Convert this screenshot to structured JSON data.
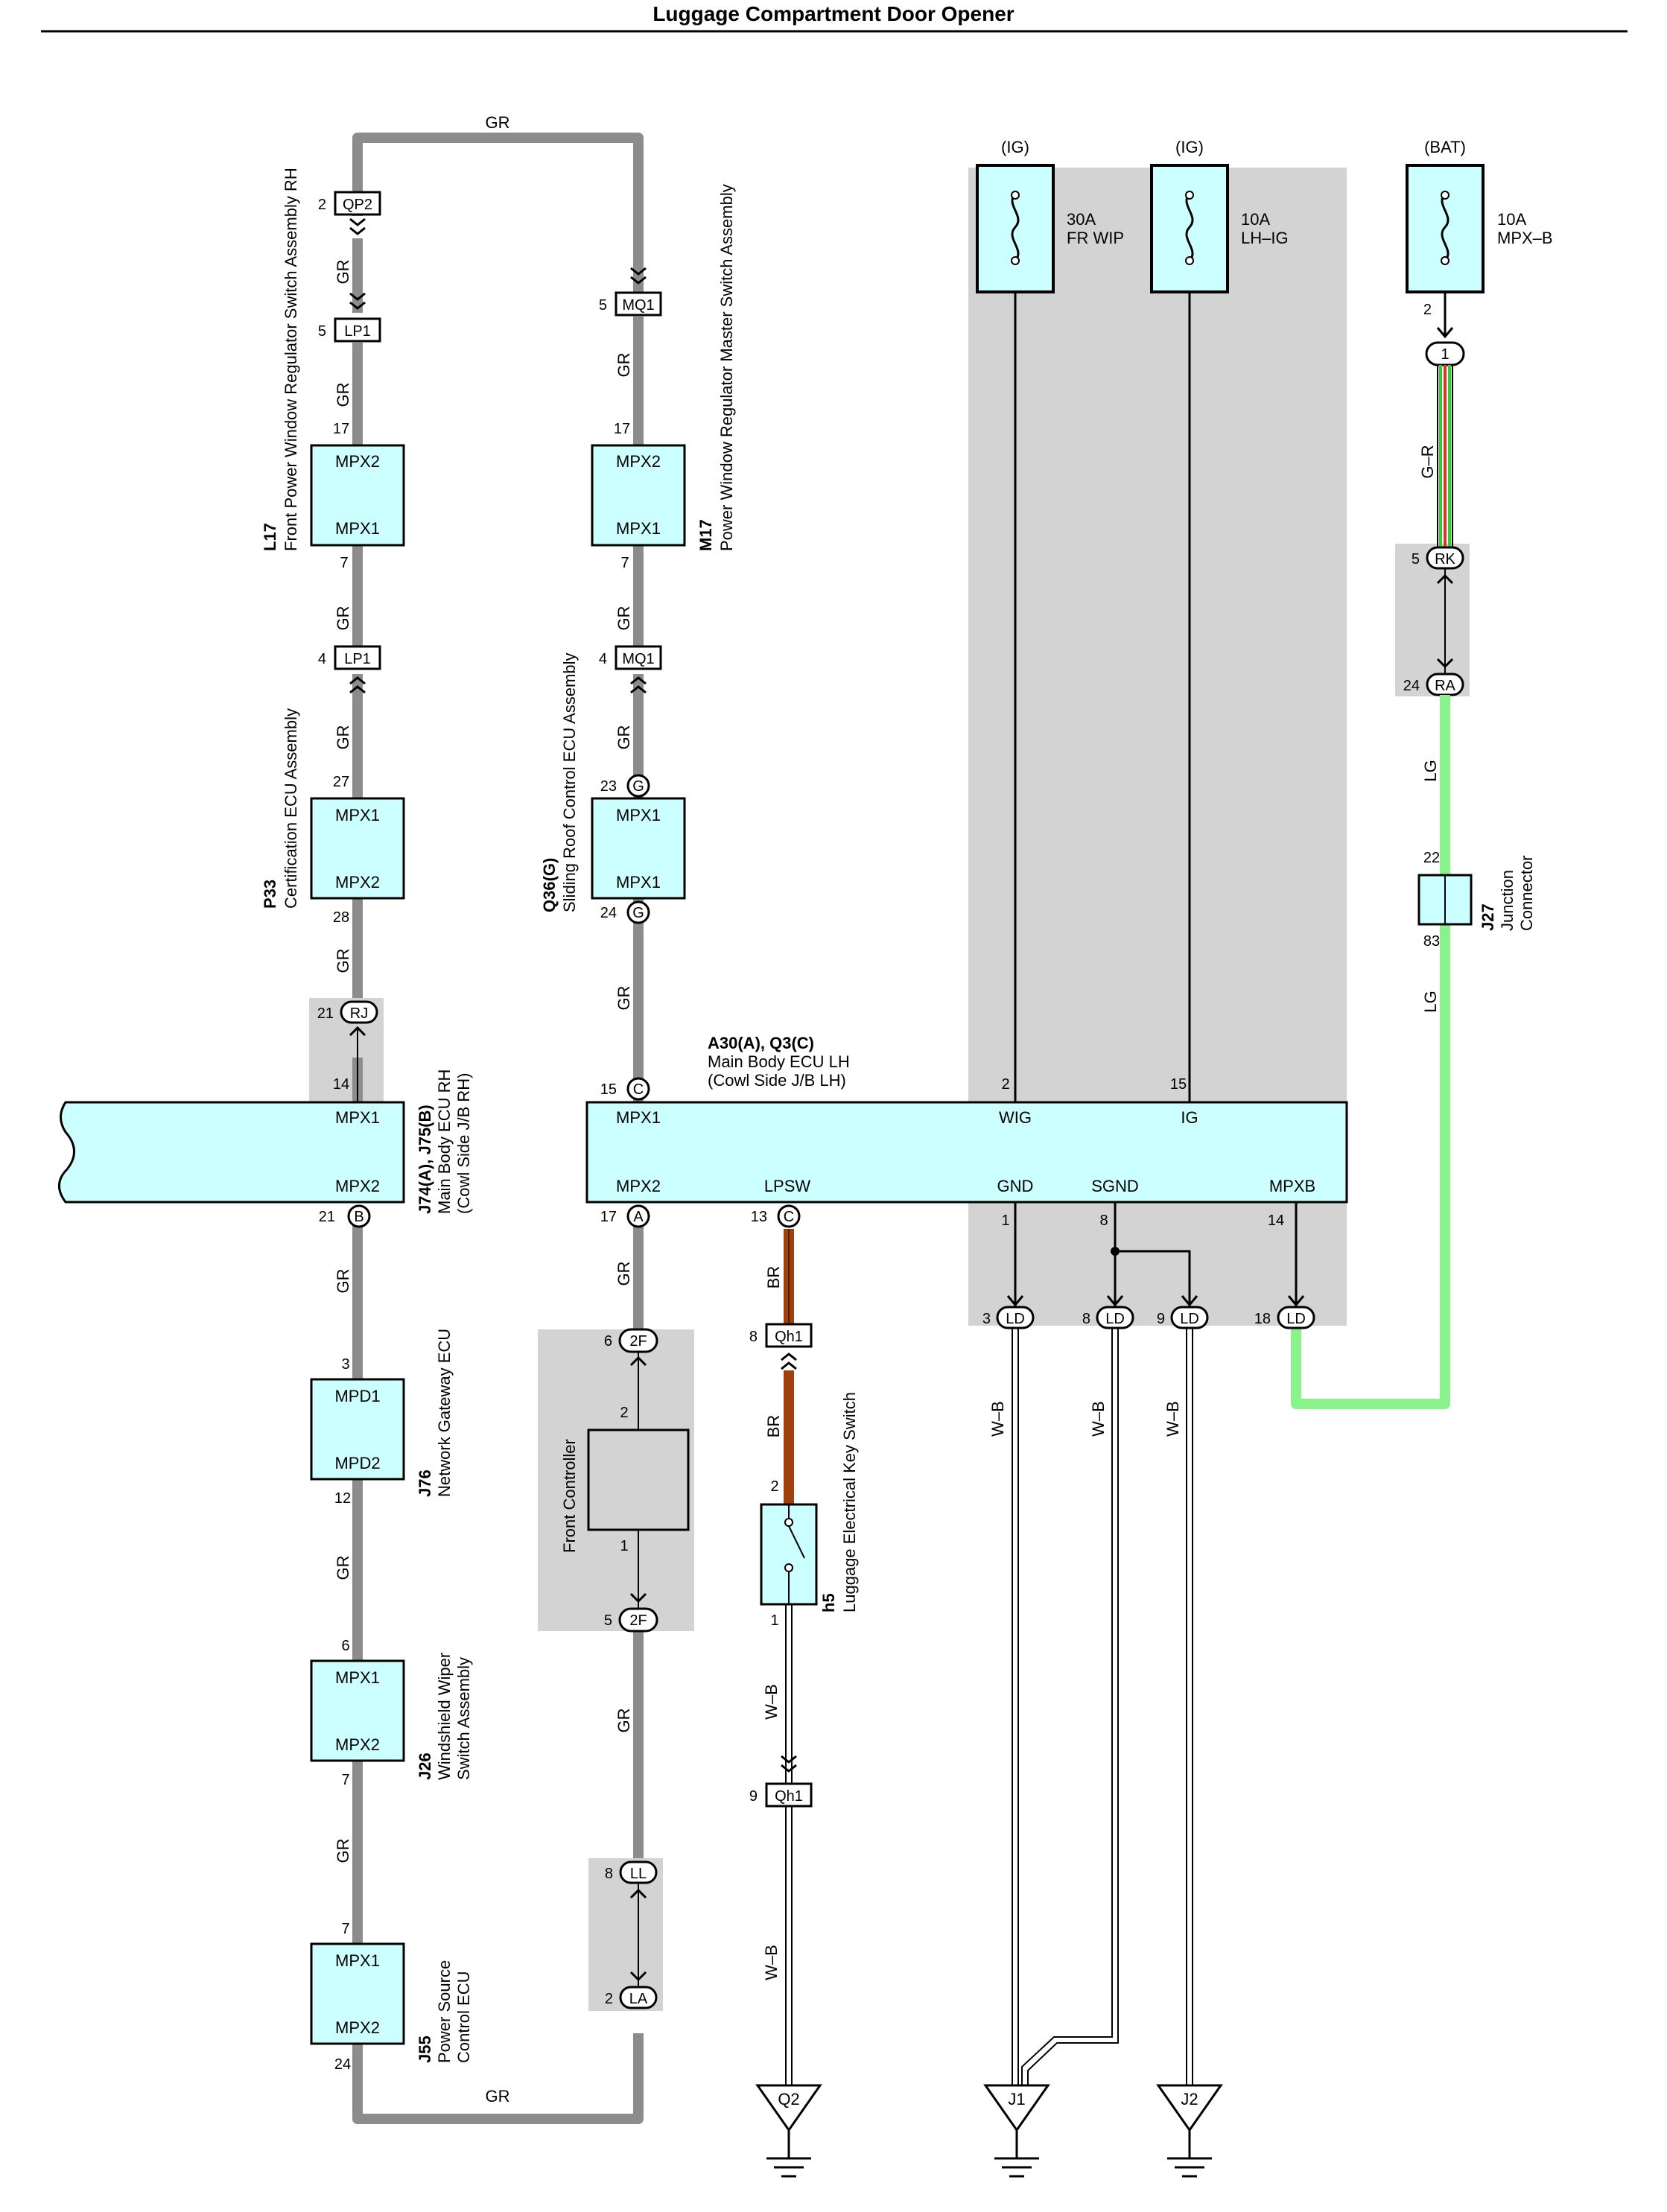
{
  "title": "Luggage Compartment Door Opener",
  "wire_colors": {
    "GR": "#8c8c8c",
    "BR": "#a0400f",
    "LG": "#8af28a",
    "GR_DASH": "G–R",
    "WB": "W–B"
  },
  "labels": {
    "gr": "GR",
    "br": "BR",
    "lg": "LG",
    "wb": "W–B",
    "gr_dash": "G–R"
  },
  "components": {
    "l17": {
      "code": "L17",
      "name": "Front Power Window Regulator Switch Assembly RH",
      "pin_top": "MPX2",
      "pin_bot": "MPX1",
      "n_top": "17",
      "n_bot": "7"
    },
    "m17": {
      "code": "M17",
      "name": "Power Window Regulator Master Switch Assembly",
      "pin_top": "MPX2",
      "pin_bot": "MPX1",
      "n_top": "17",
      "n_bot": "7"
    },
    "p33": {
      "code": "P33",
      "name": "Certification ECU Assembly",
      "pin_top": "MPX1",
      "pin_bot": "MPX2",
      "n_top": "27",
      "n_bot": "28"
    },
    "q36": {
      "code": "Q36(G)",
      "name": "Sliding Roof Control ECU Assembly",
      "pin_top": "MPX1",
      "pin_bot": "MPX1",
      "n_top": "23",
      "n_bot": "24",
      "conn": "G"
    },
    "j74": {
      "code": "J74(A), J75(B)",
      "name1": "Main Body ECU RH",
      "name2": "(Cowl Side J/B RH)",
      "pin_top": "MPX1",
      "pin_bot": "MPX2",
      "n_top": "14",
      "n_bot": "21",
      "conn_bot": "B"
    },
    "a30": {
      "code": "A30(A), Q3(C)",
      "name1": "Main Body ECU LH",
      "name2": "(Cowl Side J/B LH)",
      "mpx1": "MPX1",
      "mpx2": "MPX2",
      "lpsw": "LPSW",
      "wig": "WIG",
      "ig": "IG",
      "gnd": "GND",
      "sgnd": "SGND",
      "mpxb": "MPXB",
      "n_mpx1": "15",
      "n_mpx2": "17",
      "n_lpsw": "13",
      "n_wig": "2",
      "n_ig": "15",
      "n_gnd": "1",
      "n_sgnd": "8",
      "n_mpxb": "14",
      "conn_c": "C",
      "conn_a": "A"
    },
    "j76": {
      "code": "J76",
      "name": "Network Gateway ECU",
      "pin_top": "MPD1",
      "pin_bot": "MPD2",
      "n_top": "3",
      "n_bot": "12"
    },
    "j26": {
      "code": "J26",
      "name1": "Windshield Wiper",
      "name2": "Switch Assembly",
      "pin_top": "MPX1",
      "pin_bot": "MPX2",
      "n_top": "6",
      "n_bot": "7"
    },
    "j55": {
      "code": "J55",
      "name1": "Power Source",
      "name2": "Control ECU",
      "pin_top": "MPX1",
      "pin_bot": "MPX2",
      "n_top": "7",
      "n_bot": "24"
    },
    "front_ctrl": {
      "name": "Front Controller",
      "n_top": "2",
      "n_bot": "1"
    },
    "h5": {
      "code": "h5",
      "name": "Luggage Electrical Key Switch",
      "n_top": "2",
      "n_bot": "1"
    },
    "j27": {
      "code": "J27",
      "name1": "Junction",
      "name2": "Connector",
      "n_top": "22",
      "n_bot": "83"
    }
  },
  "fuses": {
    "f1": {
      "source": "(IG)",
      "rating": "30A",
      "name": "FR WIP"
    },
    "f2": {
      "source": "(IG)",
      "rating": "10A",
      "name": "LH–IG"
    },
    "f3": {
      "source": "(BAT)",
      "rating": "10A",
      "name": "MPX–B",
      "pin": "2"
    }
  },
  "connectors": {
    "qp2": {
      "name": "QP2",
      "pin": "2"
    },
    "lp1a": {
      "name": "LP1",
      "pin": "5"
    },
    "lp1b": {
      "name": "LP1",
      "pin": "4"
    },
    "mq1a": {
      "name": "MQ1",
      "pin": "5"
    },
    "mq1b": {
      "name": "MQ1",
      "pin": "4"
    },
    "rj": {
      "name": "RJ",
      "pin": "21"
    },
    "c2f_top": {
      "name": "2F",
      "pin": "6"
    },
    "c2f_bot": {
      "name": "2F",
      "pin": "5"
    },
    "qh1a": {
      "name": "Qh1",
      "pin": "8"
    },
    "qh1b": {
      "name": "Qh1",
      "pin": "9"
    },
    "ll": {
      "name": "LL",
      "pin": "8"
    },
    "la": {
      "name": "LA",
      "pin": "2"
    },
    "rk": {
      "name": "RK",
      "pin": "5"
    },
    "ra": {
      "name": "RA",
      "pin": "24"
    },
    "one": {
      "name": "1"
    },
    "ld3": {
      "name": "LD",
      "pin": "3"
    },
    "ld8": {
      "name": "LD",
      "pin": "8"
    },
    "ld9": {
      "name": "LD",
      "pin": "9"
    },
    "ld18": {
      "name": "LD",
      "pin": "18"
    }
  },
  "grounds": {
    "q2": "Q2",
    "j1": "J1",
    "j2": "J2"
  }
}
